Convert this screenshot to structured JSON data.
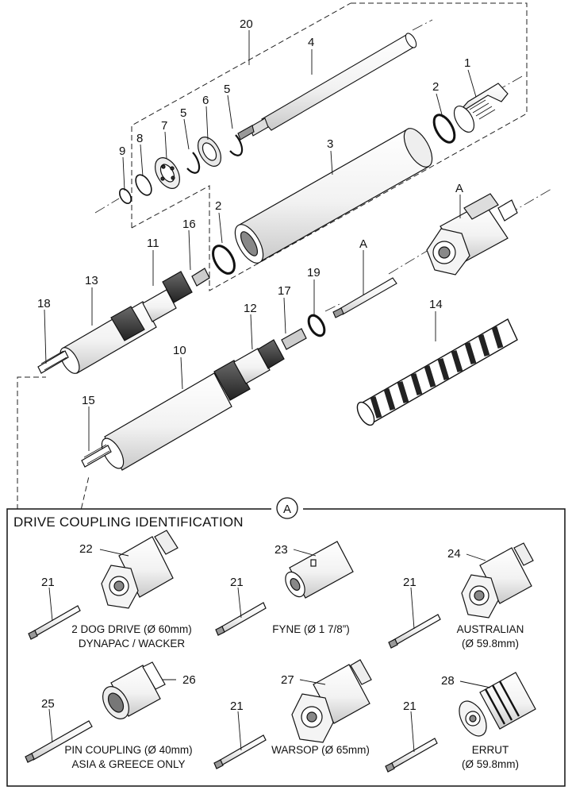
{
  "callouts": {
    "c1": "1",
    "c2a": "2",
    "c2b": "2",
    "c3": "3",
    "c4": "4",
    "c5a": "5",
    "c5b": "5",
    "c6": "6",
    "c7": "7",
    "c8": "8",
    "c9": "9",
    "c10": "10",
    "c11": "11",
    "c12": "12",
    "c13": "13",
    "c14": "14",
    "c15": "15",
    "c16": "16",
    "c17": "17",
    "c18": "18",
    "c19": "19",
    "c20": "20",
    "cA1": "A",
    "cA2": "A"
  },
  "panel": {
    "title": "DRIVE COUPLING IDENTIFICATION",
    "badge": "A",
    "couplings": [
      {
        "number": "22",
        "pin": "21",
        "line1": "2 DOG DRIVE (Ø 60mm)",
        "line2": "DYNAPAC / WACKER"
      },
      {
        "number": "23",
        "pin": "21",
        "line1": "FYNE (Ø 1 7/8”)",
        "line2": ""
      },
      {
        "number": "24",
        "pin": "21",
        "line1": "AUSTRALIAN",
        "line2": "(Ø 59.8mm)"
      },
      {
        "number": "26",
        "pin": "25",
        "line1": "PIN COUPLING (Ø 40mm)",
        "line2": "ASIA & GREECE ONLY"
      },
      {
        "number": "27",
        "pin": "21",
        "line1": "WARSOP (Ø 65mm)",
        "line2": ""
      },
      {
        "number": "28",
        "pin": "21",
        "line1": "ERRUT",
        "line2": "(Ø 59.8mm)"
      }
    ]
  }
}
